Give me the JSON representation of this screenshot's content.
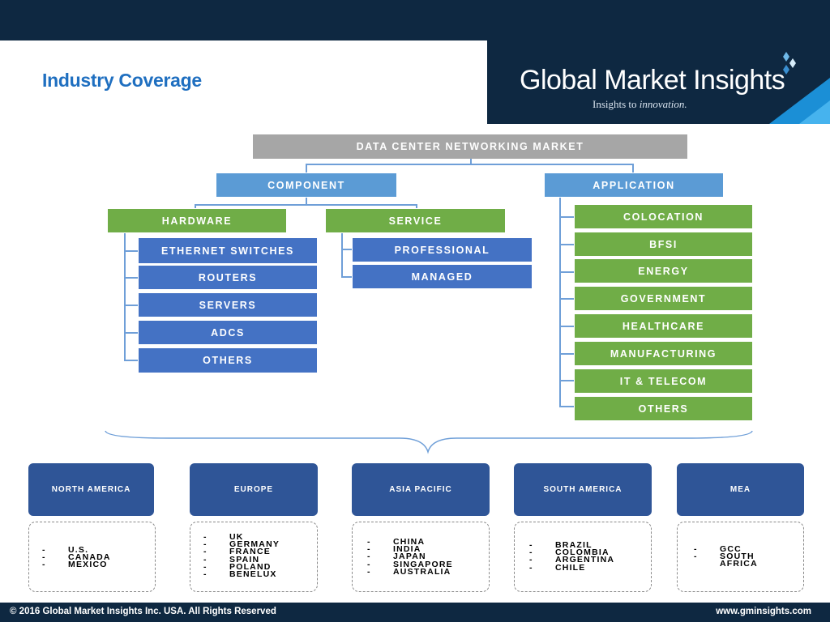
{
  "page": {
    "title": "Industry Coverage"
  },
  "logo": {
    "name": "Global Market Insights",
    "tagline_prefix": "Insights to ",
    "tagline_emphasis": "innovation."
  },
  "diagram": {
    "root": "DATA CENTER NETWORKING MARKET",
    "component": {
      "label": "COMPONENT",
      "hardware": {
        "label": "HARDWARE",
        "items": [
          "ETHERNET SWITCHES",
          "ROUTERS",
          "SERVERS",
          "ADCS",
          "OTHERS"
        ]
      },
      "service": {
        "label": "SERVICE",
        "items": [
          "PROFESSIONAL",
          "MANAGED"
        ]
      }
    },
    "application": {
      "label": "APPLICATION",
      "items": [
        "COLOCATION",
        "BFSI",
        "ENERGY",
        "GOVERNMENT",
        "HEALTHCARE",
        "MANUFACTURING",
        "IT & TELECOM",
        "OTHERS"
      ]
    }
  },
  "regions": [
    {
      "name": "NORTH AMERICA",
      "countries": [
        "U.S.",
        "CANADA",
        "MEXICO"
      ]
    },
    {
      "name": "EUROPE",
      "countries": [
        "UK",
        "GERMANY",
        "FRANCE",
        "SPAIN",
        "POLAND",
        "BENELUX"
      ]
    },
    {
      "name": "ASIA PACIFIC",
      "countries": [
        "CHINA",
        "INDIA",
        "JAPAN",
        "SINGAPORE",
        "AUSTRALIA"
      ]
    },
    {
      "name": "SOUTH AMERICA",
      "countries": [
        "BRAZIL",
        "COLOMBIA",
        "ARGENTINA",
        "CHILE"
      ]
    },
    {
      "name": "MEA",
      "countries": [
        "GCC",
        "SOUTH AFRICA"
      ]
    }
  ],
  "footer": {
    "copyright": "© 2016 Global Market Insights Inc. USA.  All Rights Reserved",
    "website": "www.gminsights.com"
  },
  "colors": {
    "navy": "#0e2841",
    "gray": "#a6a6a6",
    "light_blue": "#5b9bd5",
    "green": "#70ad47",
    "blue": "#4472c4",
    "region_blue": "#2f5597",
    "title_blue": "#1f6fc0"
  }
}
